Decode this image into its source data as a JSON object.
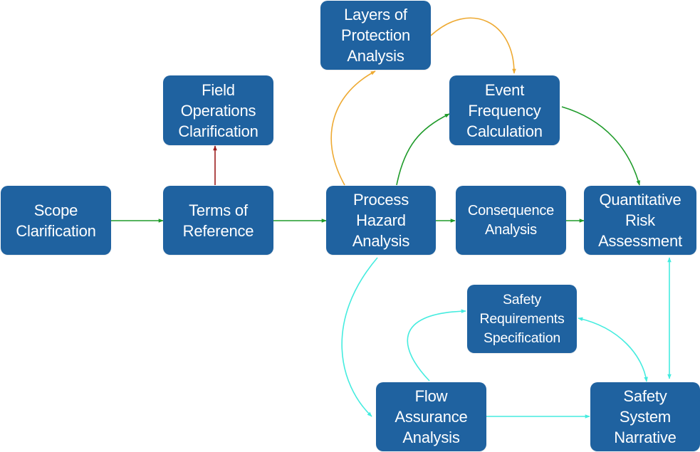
{
  "diagram": {
    "colors": {
      "node_fill": "#1f62a0",
      "node_text": "#ffffff",
      "arrow_green": "#1f9b2a",
      "arrow_red": "#9b1c1c",
      "arrow_orange": "#eeaa33",
      "arrow_cyan": "#45ecdf"
    },
    "nodes": {
      "scope_clarification": "Scope\nClarification",
      "terms_of_reference": "Terms of\nReference",
      "field_operations_clarification": "Field\nOperations\nClarification",
      "process_hazard_analysis": "Process\nHazard\nAnalysis",
      "layers_of_protection_analysis": "Layers of\nProtection\nAnalysis",
      "event_frequency_calculation": "Event\nFrequency\nCalculation",
      "consequence_analysis": "Consequence\nAnalysis",
      "quantitative_risk_assessment": "Quantitative\nRisk\nAssessment",
      "safety_requirements_specification": "Safety\nRequirements\nSpecification",
      "flow_assurance_analysis": "Flow\nAssurance\nAnalysis",
      "safety_system_narrative": "Safety\nSystem\nNarrative"
    }
  }
}
